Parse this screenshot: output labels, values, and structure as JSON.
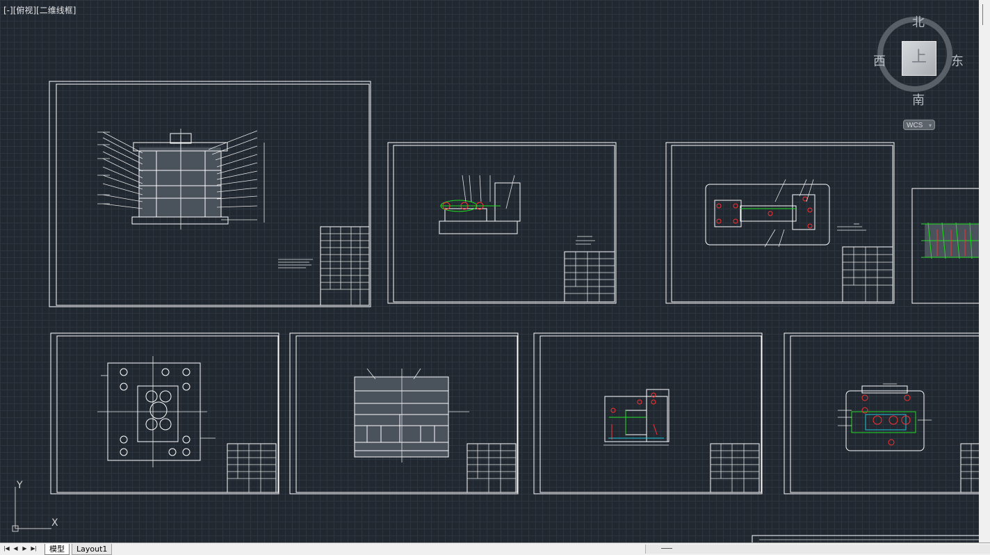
{
  "viewport": {
    "label": "[-][俯视][二维线框]"
  },
  "viewcube": {
    "north": "北",
    "south": "南",
    "east": "东",
    "west": "西",
    "face": "上",
    "wcs": "WCS"
  },
  "ucs": {
    "x_label": "X",
    "y_label": "Y"
  },
  "tabs": [
    {
      "label": "模型",
      "active": true
    },
    {
      "label": "Layout1",
      "active": false
    }
  ],
  "colors": {
    "background": "#212830",
    "grid": "#2c3540",
    "sheet_border": "#ffffff",
    "accent_red": "#ff3030",
    "accent_green": "#22dd22",
    "accent_cyan": "#20c8d8"
  }
}
